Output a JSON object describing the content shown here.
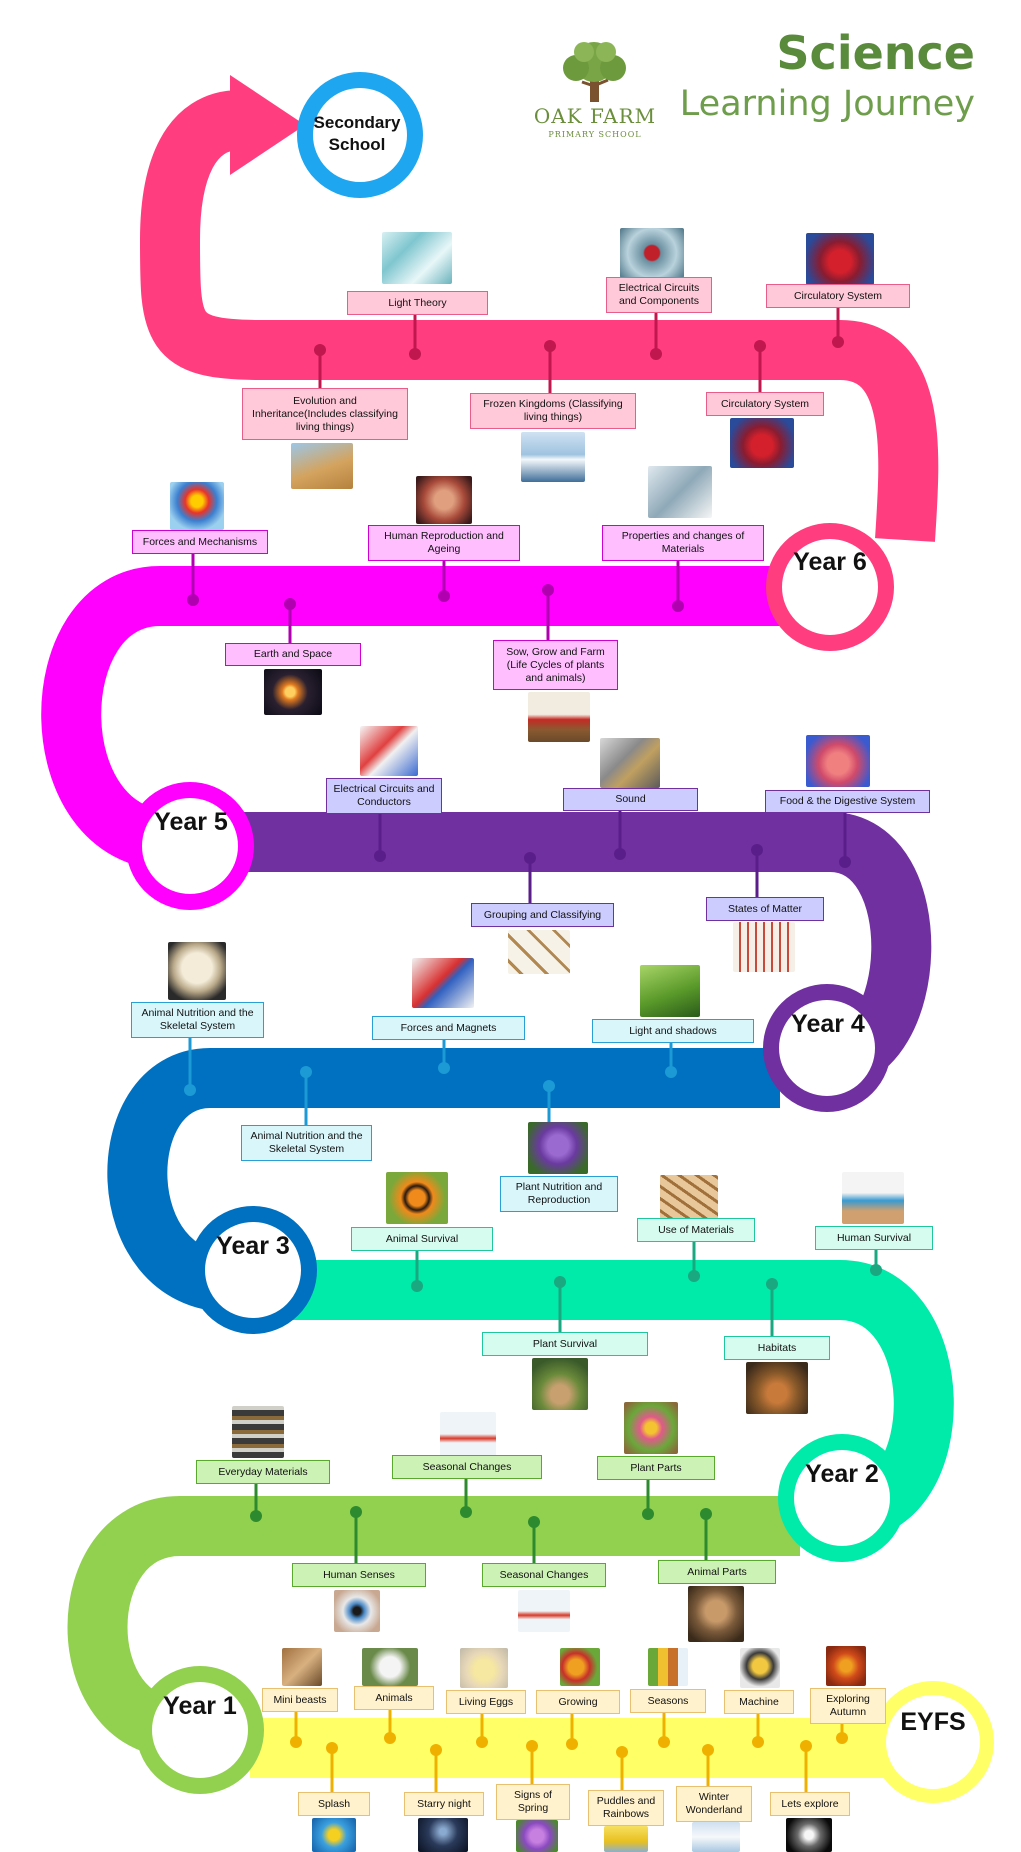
{
  "header": {
    "title": "Science",
    "subtitle": "Learning Journey",
    "logo_name": "OAK FARM",
    "logo_sub": "PRIMARY SCHOOL",
    "accent": "#5a8a3c"
  },
  "destination": "Secondary School",
  "stage_labels": {
    "eyfs": "EYFS",
    "year1": "Year 1",
    "year2": "Year 2",
    "year3": "Year 3",
    "year4": "Year 4",
    "year5": "Year 5",
    "year6": "Year 6"
  },
  "stage_colors": {
    "eyfs": "#ffff66",
    "year1": "#92d050",
    "year2": "#00eaa9",
    "year3": "#0070c0",
    "year4": "#7030a0",
    "year5": "#ff00ff",
    "year6": "#ff3d7f"
  },
  "eyfs_topics": {
    "mini_beasts": "Mini beasts",
    "animals": "Animals",
    "living_eggs": "Living Eggs",
    "growing": "Growing",
    "seasons": "Seasons",
    "machine": "Machine",
    "exploring_autumn": "Exploring Autumn",
    "splash": "Splash",
    "starry_night": "Starry night",
    "signs_of_spring": "Signs of Spring",
    "puddles_rainbows": "Puddles and Rainbows",
    "winter_wonderland": "Winter Wonderland",
    "lets_explore": "Lets explore"
  },
  "year1_topics": {
    "everyday_materials": "Everyday Materials",
    "seasonal_changes_top": "Seasonal Changes",
    "plant_parts": "Plant Parts",
    "human_senses": "Human Senses",
    "seasonal_changes_bottom": "Seasonal Changes",
    "animal_parts": "Animal Parts"
  },
  "year2_topics": {
    "animal_survival": "Animal Survival",
    "use_of_materials": "Use of Materials",
    "human_survival": "Human Survival",
    "plant_survival": "Plant Survival",
    "habitats": "Habitats"
  },
  "year3_topics": {
    "animal_nutrition_top": "Animal Nutrition and the Skeletal System",
    "forces_magnets": "Forces and Magnets",
    "light_shadows": "Light and shadows",
    "animal_nutrition_bottom": "Animal Nutrition and the Skeletal System",
    "plant_nutrition": "Plant Nutrition and Reproduction"
  },
  "year4_topics": {
    "electrical_conductors": "Electrical Circuits and Conductors",
    "sound": "Sound",
    "digestive": "Food & the Digestive System",
    "grouping": "Grouping and Classifying",
    "states_matter": "States of Matter"
  },
  "year5_topics": {
    "forces_mechanisms": "Forces and Mechanisms",
    "reproduction_ageing": "Human Reproduction and Ageing",
    "properties_materials": "Properties and changes of Materials",
    "earth_space": "Earth and Space",
    "sow_grow": "Sow, Grow and Farm (Life Cycles of plants and animals)"
  },
  "year6_topics": {
    "light_theory": "Light Theory",
    "electrical_components": "Electrical Circuits and Components",
    "circulatory_top": "Circulatory System",
    "evolution": "Evolution and Inheritance(Includes classifying living things)",
    "frozen_kingdoms": "Frozen Kingdoms (Classifying living things)",
    "circulatory_bottom": "Circulatory System"
  }
}
